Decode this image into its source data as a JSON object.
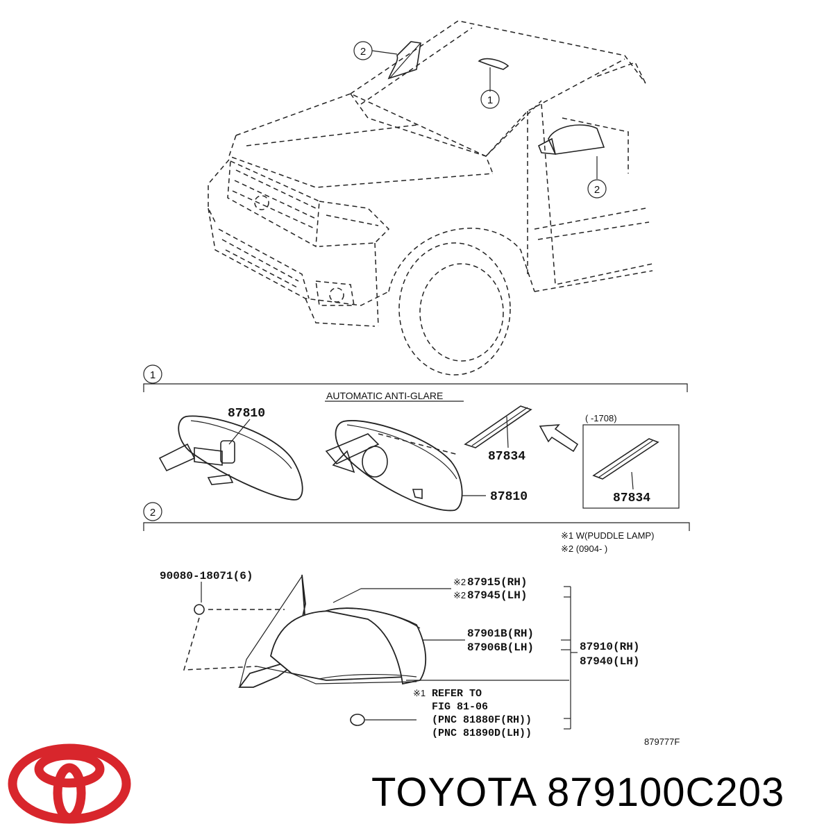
{
  "callouts": {
    "one": "1",
    "two": "2"
  },
  "section1": {
    "header_note": "AUTOMATIC ANTI-GLARE",
    "part_a": "87810",
    "part_b": "87810",
    "part_c": "87834",
    "inset_range": "(      -1708)",
    "inset_part": "87834"
  },
  "section2": {
    "note1": "※1 W(PUDDLE LAMP)",
    "note2": "※2 (0904-       )",
    "bolt": "90080-18071(6)",
    "cover_rh": "87915(RH)",
    "cover_lh": "87945(LH)",
    "mark2a": "※2",
    "mark2b": "※2",
    "glass_rh": "87901B(RH)",
    "glass_lh": "87906B(LH)",
    "assy_rh": "87910(RH)",
    "assy_lh": "87940(LH)",
    "refer_mark": "※1",
    "refer1": "REFER TO",
    "refer2": "FIG 81-06",
    "refer3": "(PNC 81880F(RH))",
    "refer4": "(PNC 81890D(LH))",
    "drawing_no": "879777F"
  },
  "footer": {
    "brand": "TOYOTA",
    "part_number": "879100C203",
    "text": "TOYOTA 879100C203",
    "logo_color": "#d8262c"
  }
}
